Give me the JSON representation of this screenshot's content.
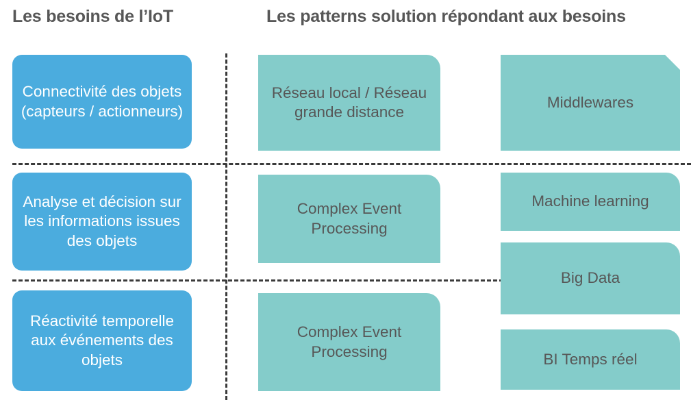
{
  "headings": {
    "left": "Les besoins de l’IoT",
    "right": "Les patterns solution répondant aux besoins"
  },
  "colors": {
    "need_box": "#4BACDE",
    "pattern_box": "#84CCCA",
    "heading_text": "#575757",
    "need_text": "#FFFFFF",
    "pattern_text": "#575757",
    "divider": "#3A3A3A",
    "background": "#FFFFFF"
  },
  "needs": [
    {
      "id": "connectivity",
      "label": "Connectivité des objets (capteurs / actionneurs)"
    },
    {
      "id": "analysis",
      "label": "Analyse et décision sur les informations issues des objets"
    },
    {
      "id": "reactivity",
      "label": "Réactivité temporelle aux événements des objets"
    }
  ],
  "patterns_middle": [
    {
      "id": "network",
      "label": "Réseau local / Réseau grande distance"
    },
    {
      "id": "cep-1",
      "label": "Complex Event Processing"
    },
    {
      "id": "cep-2",
      "label": "Complex Event Processing"
    }
  ],
  "patterns_right": [
    {
      "id": "middleware",
      "label": "Middlewares"
    },
    {
      "id": "ml",
      "label": "Machine learning"
    },
    {
      "id": "bigdata",
      "label": "Big Data"
    },
    {
      "id": "bi",
      "label": "BI Temps réel"
    }
  ]
}
